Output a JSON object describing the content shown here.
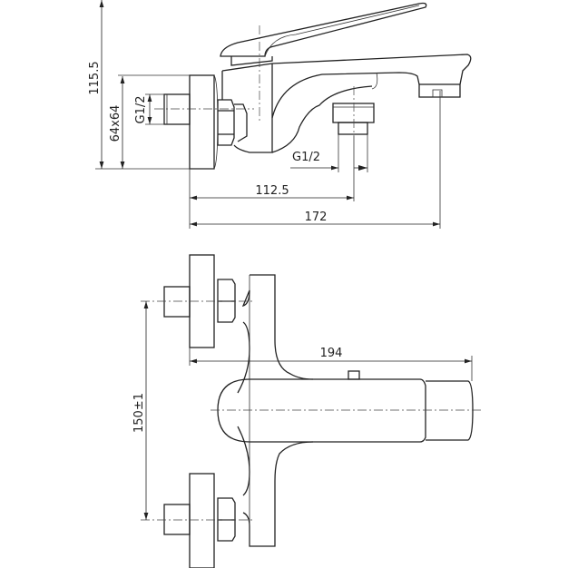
{
  "side_view": {
    "dim_height": "115.5",
    "dim_escutcheon": "64x64",
    "dim_inlet_thread": "G1/2",
    "dim_outlet_thread": "G1/2",
    "dim_outlet_distance": "112.5",
    "dim_total_length": "172"
  },
  "top_view": {
    "dim_spout_length": "194",
    "dim_inlet_spacing": "150±1"
  }
}
